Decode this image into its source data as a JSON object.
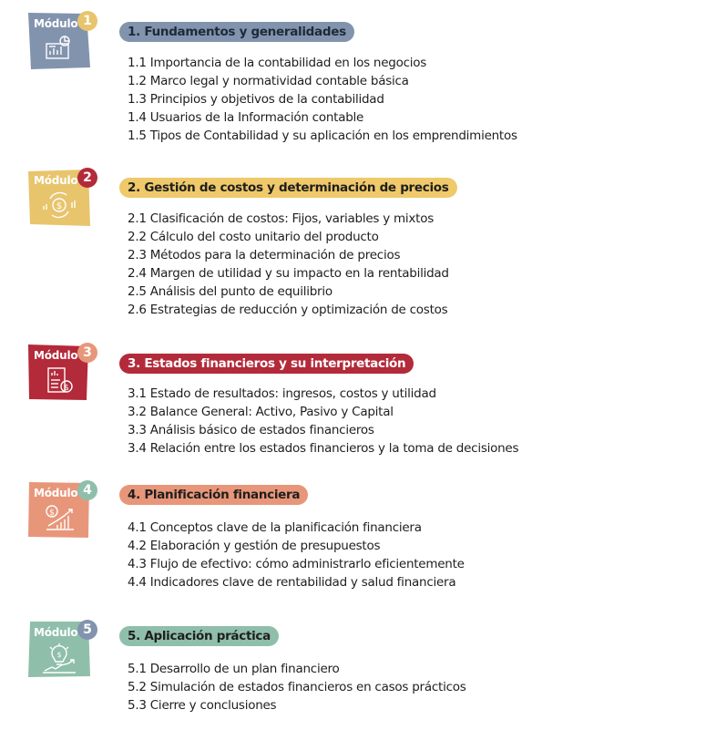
{
  "badge_label": "Módulo",
  "modules": [
    {
      "number": "1",
      "title": "1. Fundamentos y generalidades",
      "icon": "chart-document-icon",
      "colors": {
        "badge": "#8293ad",
        "circle": "#e8c46c",
        "pill": "#8293ad",
        "pill_text": "#1e2a3a"
      },
      "topics": [
        "1.1 Importancia de la contabilidad en los negocios",
        "1.2 Marco legal y normatividad contable básica",
        "1.3 Principios y objetivos de la contabilidad",
        "1.4 Usuarios de la Información contable",
        "1.5 Tipos de Contabilidad y su aplicación en los emprendimientos"
      ]
    },
    {
      "number": "2",
      "title": "2. Gestión de costos y determinación de precios",
      "icon": "money-cycle-icon",
      "colors": {
        "badge": "#e8c46c",
        "circle": "#b32a3a",
        "pill": "#efc96a",
        "pill_text": "#1e1e1e"
      },
      "topics": [
        "2.1 Clasificación de costos: Fijos, variables y mixtos",
        "2.2 Cálculo del costo unitario del producto",
        "2.3 Métodos para la determinación de precios",
        "2.4 Margen de utilidad y su impacto en la rentabilidad",
        "2.5 Análisis del punto de equilibrio",
        "2.6 Estrategias de reducción y optimización de costos"
      ]
    },
    {
      "number": "3",
      "title": "3. Estados financieros y su interpretación",
      "icon": "financial-statement-icon",
      "colors": {
        "badge": "#b32a3a",
        "circle": "#e8967a",
        "pill": "#b32a3a",
        "pill_text": "#ffffff"
      },
      "topics": [
        "3.1 Estado de resultados: ingresos, costos y utilidad",
        "3.2 Balance General: Activo, Pasivo y Capital",
        "3.3 Análisis básico de estados financieros",
        "3.4 Relación entre los estados financieros y la toma de decisiones"
      ]
    },
    {
      "number": "4",
      "title": "4. Planificación financiera",
      "icon": "growth-chart-icon",
      "colors": {
        "badge": "#e8967a",
        "circle": "#8fbfaa",
        "pill": "#e8967a",
        "pill_text": "#1e1e1e"
      },
      "topics": [
        "4.1 Conceptos clave de la planificación financiera",
        "4.2 Elaboración y gestión de presupuestos",
        "4.3 Flujo de efectivo: cómo administrarlo eficientemente",
        "4.4 Indicadores clave de rentabilidad y salud financiera"
      ]
    },
    {
      "number": "5",
      "title": "5. Aplicación práctica",
      "icon": "idea-growth-icon",
      "colors": {
        "badge": "#8fbfaa",
        "circle": "#8293ad",
        "pill": "#8fbfaa",
        "pill_text": "#1e1e1e"
      },
      "topics": [
        "5.1 Desarrollo de un plan financiero",
        "5.2 Simulación de estados financieros en casos prácticos",
        "5.3 Cierre y conclusiones"
      ]
    }
  ]
}
